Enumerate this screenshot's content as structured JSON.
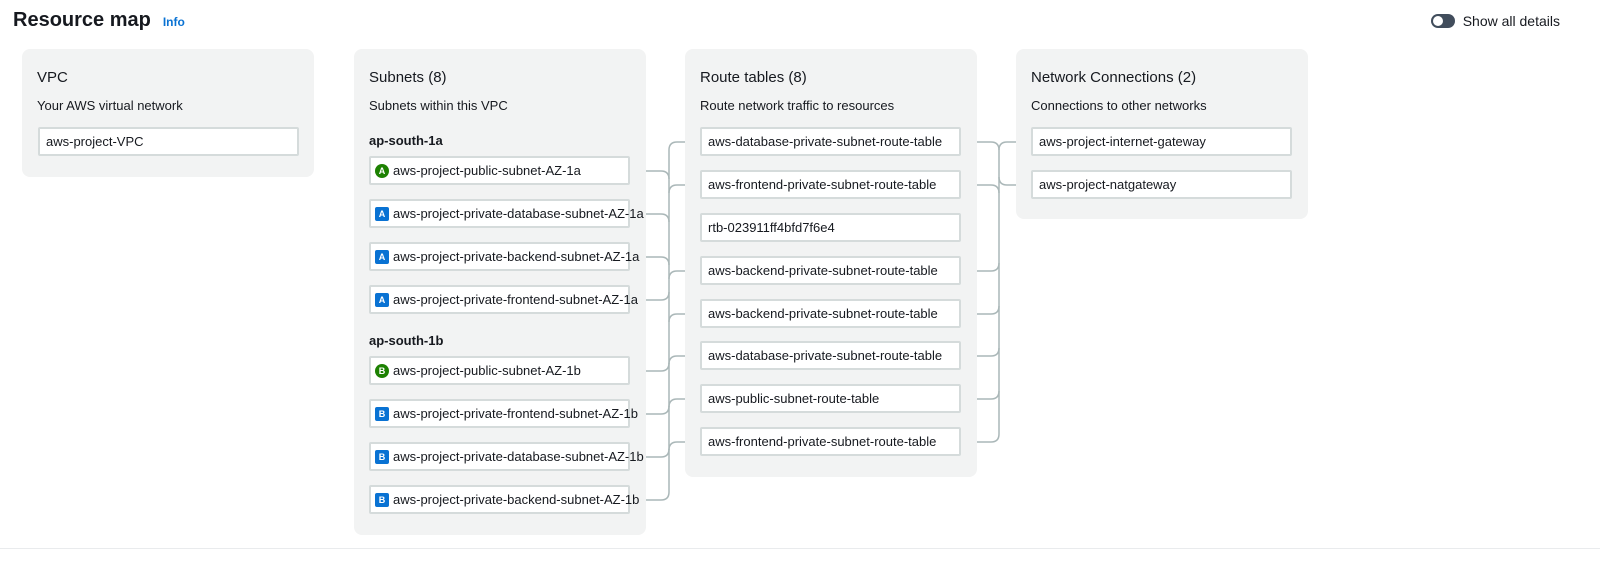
{
  "header": {
    "title": "Resource map",
    "info_label": "Info",
    "toggle_label": "Show all details",
    "toggle_on": false
  },
  "vpc": {
    "title": "VPC",
    "description": "Your AWS virtual network",
    "items": [
      {
        "label": "aws-project-VPC"
      }
    ]
  },
  "subnets": {
    "title": "Subnets (8)",
    "description": "Subnets within this VPC",
    "groups": [
      {
        "az": "ap-south-1a",
        "items": [
          {
            "label": "aws-project-public-subnet-AZ-1a",
            "badge": "A",
            "public": true
          },
          {
            "label": "aws-project-private-database-subnet-AZ-1a",
            "badge": "A",
            "public": false
          },
          {
            "label": "aws-project-private-backend-subnet-AZ-1a",
            "badge": "A",
            "public": false
          },
          {
            "label": "aws-project-private-frontend-subnet-AZ-1a",
            "badge": "A",
            "public": false
          }
        ]
      },
      {
        "az": "ap-south-1b",
        "items": [
          {
            "label": "aws-project-public-subnet-AZ-1b",
            "badge": "B",
            "public": true
          },
          {
            "label": "aws-project-private-frontend-subnet-AZ-1b",
            "badge": "B",
            "public": false
          },
          {
            "label": "aws-project-private-database-subnet-AZ-1b",
            "badge": "B",
            "public": false
          },
          {
            "label": "aws-project-private-backend-subnet-AZ-1b",
            "badge": "B",
            "public": false
          }
        ]
      }
    ]
  },
  "route_tables": {
    "title": "Route tables (8)",
    "description": "Route network traffic to resources",
    "items": [
      {
        "label": "aws-database-private-subnet-route-table"
      },
      {
        "label": "aws-frontend-private-subnet-route-table"
      },
      {
        "label": "rtb-023911ff4bfd7f6e4"
      },
      {
        "label": "aws-backend-private-subnet-route-table"
      },
      {
        "label": "aws-backend-private-subnet-route-table"
      },
      {
        "label": "aws-database-private-subnet-route-table"
      },
      {
        "label": "aws-public-subnet-route-table"
      },
      {
        "label": "aws-frontend-private-subnet-route-table"
      }
    ]
  },
  "network_connections": {
    "title": "Network Connections (2)",
    "description": "Connections to other networks",
    "items": [
      {
        "label": "aws-project-internet-gateway"
      },
      {
        "label": "aws-project-natgateway"
      }
    ]
  },
  "colors": {
    "connector": "#aab7b8",
    "public_badge": "#1d8102",
    "private_badge": "#0972d3",
    "link": "#0972d3"
  }
}
